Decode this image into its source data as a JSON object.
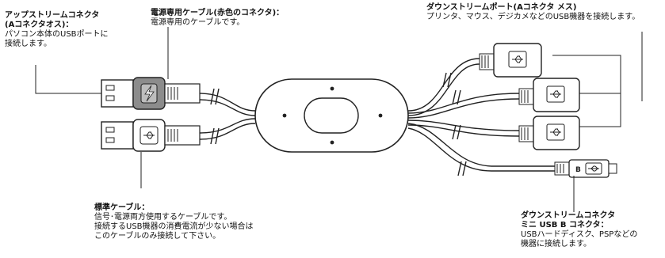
{
  "upstream": {
    "title1": "アップストリームコネクタ",
    "title2": "(Aコネクタオス)：",
    "desc1": "パソコン本体のUSBポートに",
    "desc2": "接続します。"
  },
  "power": {
    "title": "電源専用ケーブル(赤色のコネクタ)：",
    "desc": "電源専用のケーブルです。"
  },
  "downstream": {
    "title": "ダウンストリームポート(Aコネクタ メス)",
    "desc": "プリンタ、マウス、デジカメなどのUSB機器を接続します。"
  },
  "standard": {
    "title": "標準ケーブル：",
    "desc1": "信号･電源両方使用するケーブルです。",
    "desc2": "接続するUSB機器の消費電流が少ない場合は",
    "desc3": "このケーブルのみ接続して下さい。"
  },
  "mini": {
    "title1": "ダウンストリームコネクタ",
    "title2": "ミニ USB B コネクタ：",
    "desc1": "USBハードディスク、PSPなどの",
    "desc2": "機器に接続します。",
    "plug_letter": "B"
  },
  "colors": {
    "line": "#222222",
    "power_plug": "#8c8c8c",
    "background": "#ffffff"
  }
}
